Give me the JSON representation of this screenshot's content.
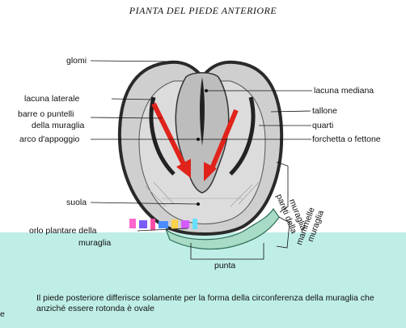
{
  "title": "PIANTA DEL PIEDE ANTERIORE",
  "labels": {
    "glomi": "glomi",
    "lacuna_laterale": "lacuna laterale",
    "barre_1": "barre  o  puntelli",
    "barre_2": "della muraglia",
    "arco": "arco d'appoggio",
    "suola": "suola",
    "orlo_1": "orlo plantare della",
    "orlo_2": "muraglia",
    "lacuna_mediana": "lacuna mediana",
    "tallone": "tallone",
    "quarti": "quarti",
    "forchetta": "forchetta o fettone",
    "pareti_1": "pareti della",
    "pareti_2": "muraglia",
    "mammelle_1": "mammelle",
    "mammelle_2": "muraglia",
    "punta": "punta"
  },
  "note": {
    "line1": "Il piede posteriore differisce solamente per la forma della circonferenza della muraglia che",
    "line2": "anziché essere rotonda è ovale",
    "edge": "e"
  },
  "colors": {
    "band": "#bfeee6",
    "arrow": "#e0231b",
    "wall": "#2a2a2a",
    "sole": "#d9d9d9",
    "hoof_rim": "#7fbfa8"
  }
}
